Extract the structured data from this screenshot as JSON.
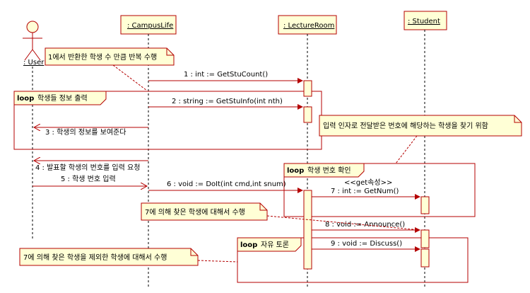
{
  "diagram": {
    "lifelines": {
      "user": ": User",
      "campus_life": ": CampusLife",
      "lecture_room": ": LectureRoom",
      "student": ": Student"
    },
    "notes": {
      "repeat": "1에서 반환한 학생 수 만큼 반복 수행",
      "find_student": "입력 인자로 전달받은 번호에 해당하는 학생을 찾기 위함",
      "announce_target": "7에 의해 찾은 학생에 대해서 수행",
      "discuss_target": "7에 의해 찾은 학생을 제외한 학생에 대해서 수행"
    },
    "fragments": {
      "loop_info": {
        "keyword": "loop",
        "condition": "학생들 정보 출력"
      },
      "loop_find": {
        "keyword": "loop",
        "condition": "학생 번호 확인"
      },
      "loop_discuss": {
        "keyword": "loop",
        "condition": "자유 토론"
      }
    },
    "messages": {
      "m1": "1 : int := GetStuCount()",
      "m2": "2 : string := GetStuInfo(int nth)",
      "m3": "3 : 학생의 정보를 보여준다",
      "m4": "4 : 발표할 학생의 번호를 입력 요청",
      "m5": "5 : 학생 번호 입력",
      "m6": "6 : void := DoIt(int cmd,int snum)",
      "m7": "7 : int := GetNum()",
      "m8": "8 : void := Announce()",
      "m9": "9 : void := Discuss()"
    },
    "stereotype": "<<get속성>>",
    "colors": {
      "line": "#b40000",
      "note_fill": "#ffffd6",
      "box_fill": "#ffffd6",
      "border": "#000000"
    }
  }
}
